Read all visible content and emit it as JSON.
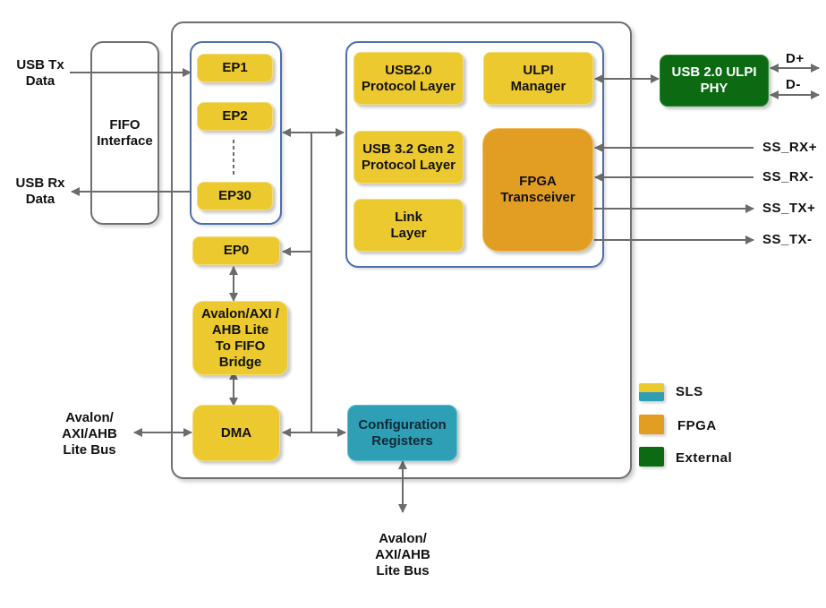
{
  "colors": {
    "sls_yellow": "#ecc92e",
    "sls_teal": "#2f9fb5",
    "fpga_orange": "#e19e22",
    "external_green": "#0c6b12",
    "line_gray": "#6b6b6b",
    "group_border_blue": "#4e6fa8"
  },
  "left_signals": {
    "usb_tx": "USB Tx\nData",
    "usb_rx": "USB Rx\nData"
  },
  "fifo_interface": "FIFO\nInterface",
  "endpoints": {
    "ep1": "EP1",
    "ep2": "EP2",
    "ep30": "EP30",
    "ep0": "EP0"
  },
  "blocks": {
    "bridge": "Avalon/AXI /\nAHB Lite\nTo FIFO\nBridge",
    "dma": "DMA",
    "config_registers": "Configuration\nRegisters",
    "usb2_protocol": "USB2.0\nProtocol Layer",
    "ulpi_manager": "ULPI\nManager",
    "usb32_protocol": "USB 3.2 Gen 2\nProtocol Layer",
    "link_layer": "Link\nLayer",
    "fpga_transceiver": "FPGA\nTransceiver",
    "ulpi_phy": "USB 2.0 ULPI\nPHY"
  },
  "bus_labels": {
    "left_bus": "Avalon/\nAXI/AHB\nLite Bus",
    "bottom_bus": "Avalon/\nAXI/AHB\nLite Bus"
  },
  "phy_signals": {
    "d_plus": "D+",
    "d_minus": "D-"
  },
  "ss_signals": {
    "rx_plus": "SS_RX+",
    "rx_minus": "SS_RX-",
    "tx_plus": "SS_TX+",
    "tx_minus": "SS_TX-"
  },
  "legend": [
    {
      "label": "SLS",
      "colors": [
        "#ecc92e",
        "#2f9fb5"
      ]
    },
    {
      "label": "FPGA",
      "colors": [
        "#e19e22"
      ]
    },
    {
      "label": "External",
      "colors": [
        "#0c6b12"
      ]
    }
  ]
}
